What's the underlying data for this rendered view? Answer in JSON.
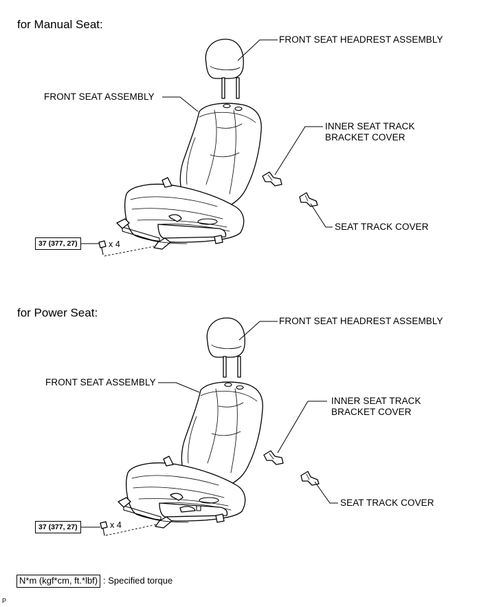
{
  "manual": {
    "heading": "for Manual Seat:",
    "labels": {
      "headrest": "FRONT SEAT HEADREST ASSEMBLY",
      "seat": "FRONT SEAT ASSEMBLY",
      "bracket_line1": "INNER SEAT TRACK",
      "bracket_line2": "BRACKET COVER",
      "track_cover": "SEAT TRACK COVER"
    },
    "torque": "37 (377, 27)",
    "quantity": "x 4"
  },
  "power": {
    "heading": "for Power Seat:",
    "labels": {
      "headrest": "FRONT SEAT HEADREST ASSEMBLY",
      "seat": "FRONT SEAT ASSEMBLY",
      "bracket_line1": "INNER SEAT TRACK",
      "bracket_line2": "BRACKET COVER",
      "track_cover": "SEAT TRACK COVER"
    },
    "torque": "37 (377, 27)",
    "quantity": "x 4"
  },
  "legend": {
    "unit": "N*m (kgf*cm, ft.*lbf)",
    "text": ": Specified torque"
  },
  "corner_mark": "P"
}
